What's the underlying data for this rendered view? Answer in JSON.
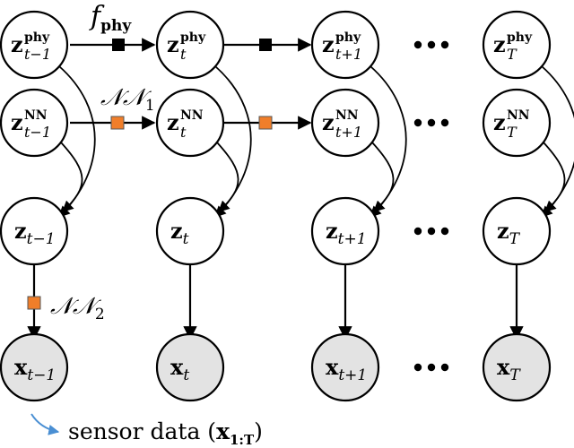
{
  "diagram": {
    "columns": [
      "t-1",
      "t",
      "t+1",
      "T"
    ],
    "nodes": {
      "phy": [
        {
          "base": "z",
          "sup": "phy",
          "sub": "t−1"
        },
        {
          "base": "z",
          "sup": "phy",
          "sub": "t"
        },
        {
          "base": "z",
          "sup": "phy",
          "sub": "t+1"
        },
        {
          "base": "z",
          "sup": "phy",
          "sub": "T"
        }
      ],
      "nn": [
        {
          "base": "z",
          "sup": "NN",
          "sub": "t−1"
        },
        {
          "base": "z",
          "sup": "NN",
          "sub": "t"
        },
        {
          "base": "z",
          "sup": "NN",
          "sub": "t+1"
        },
        {
          "base": "z",
          "sup": "NN",
          "sub": "T"
        }
      ],
      "z": [
        {
          "base": "z",
          "sub": "t−1"
        },
        {
          "base": "z",
          "sub": "t"
        },
        {
          "base": "z",
          "sub": "t+1"
        },
        {
          "base": "z",
          "sub": "T"
        }
      ],
      "x": [
        {
          "base": "x",
          "sub": "t−1"
        },
        {
          "base": "x",
          "sub": "t"
        },
        {
          "base": "x",
          "sub": "t+1"
        },
        {
          "base": "x",
          "sub": "T"
        }
      ]
    },
    "labels": {
      "f_phy": {
        "base": "f",
        "sub": "phy"
      },
      "nn1": {
        "base": "𝒩𝒩",
        "sub": "1"
      },
      "nn2": {
        "base": "𝒩𝒩",
        "sub": "2"
      }
    },
    "legend": {
      "prefix": "sensor data (",
      "x": "x",
      "sub": "1:T",
      "suffix": ")"
    },
    "colors": {
      "phy_factor": "#000000",
      "nn_factor": "#f07e2a",
      "observed_fill": "#e3e3e3",
      "legend_arrow": "#4a8fd3"
    }
  }
}
